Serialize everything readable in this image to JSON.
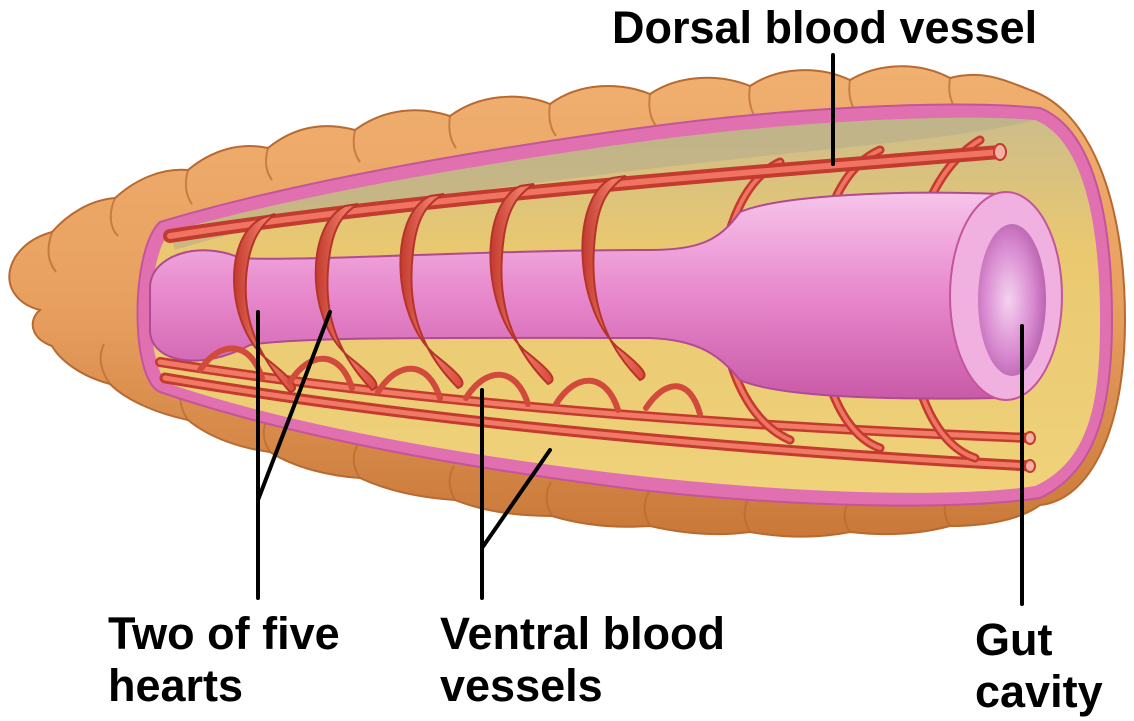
{
  "labels": {
    "dorsal": "Dorsal blood vessel",
    "hearts_line1": "Two of five",
    "hearts_line2": "hearts",
    "ventral_line1": "Ventral blood",
    "ventral_line2": "vessels",
    "gut_line1": "Gut",
    "gut_line2": "cavity"
  },
  "colors": {
    "body_wall": "#e8a060",
    "body_wall_dark": "#c97838",
    "membrane": "#e070b0",
    "coelom": "#e9c870",
    "gut": "#e780c8",
    "gut_light": "#f4b8e6",
    "vessel": "#e85848",
    "vessel_dark": "#c23b2e",
    "leader_line": "#000000"
  }
}
